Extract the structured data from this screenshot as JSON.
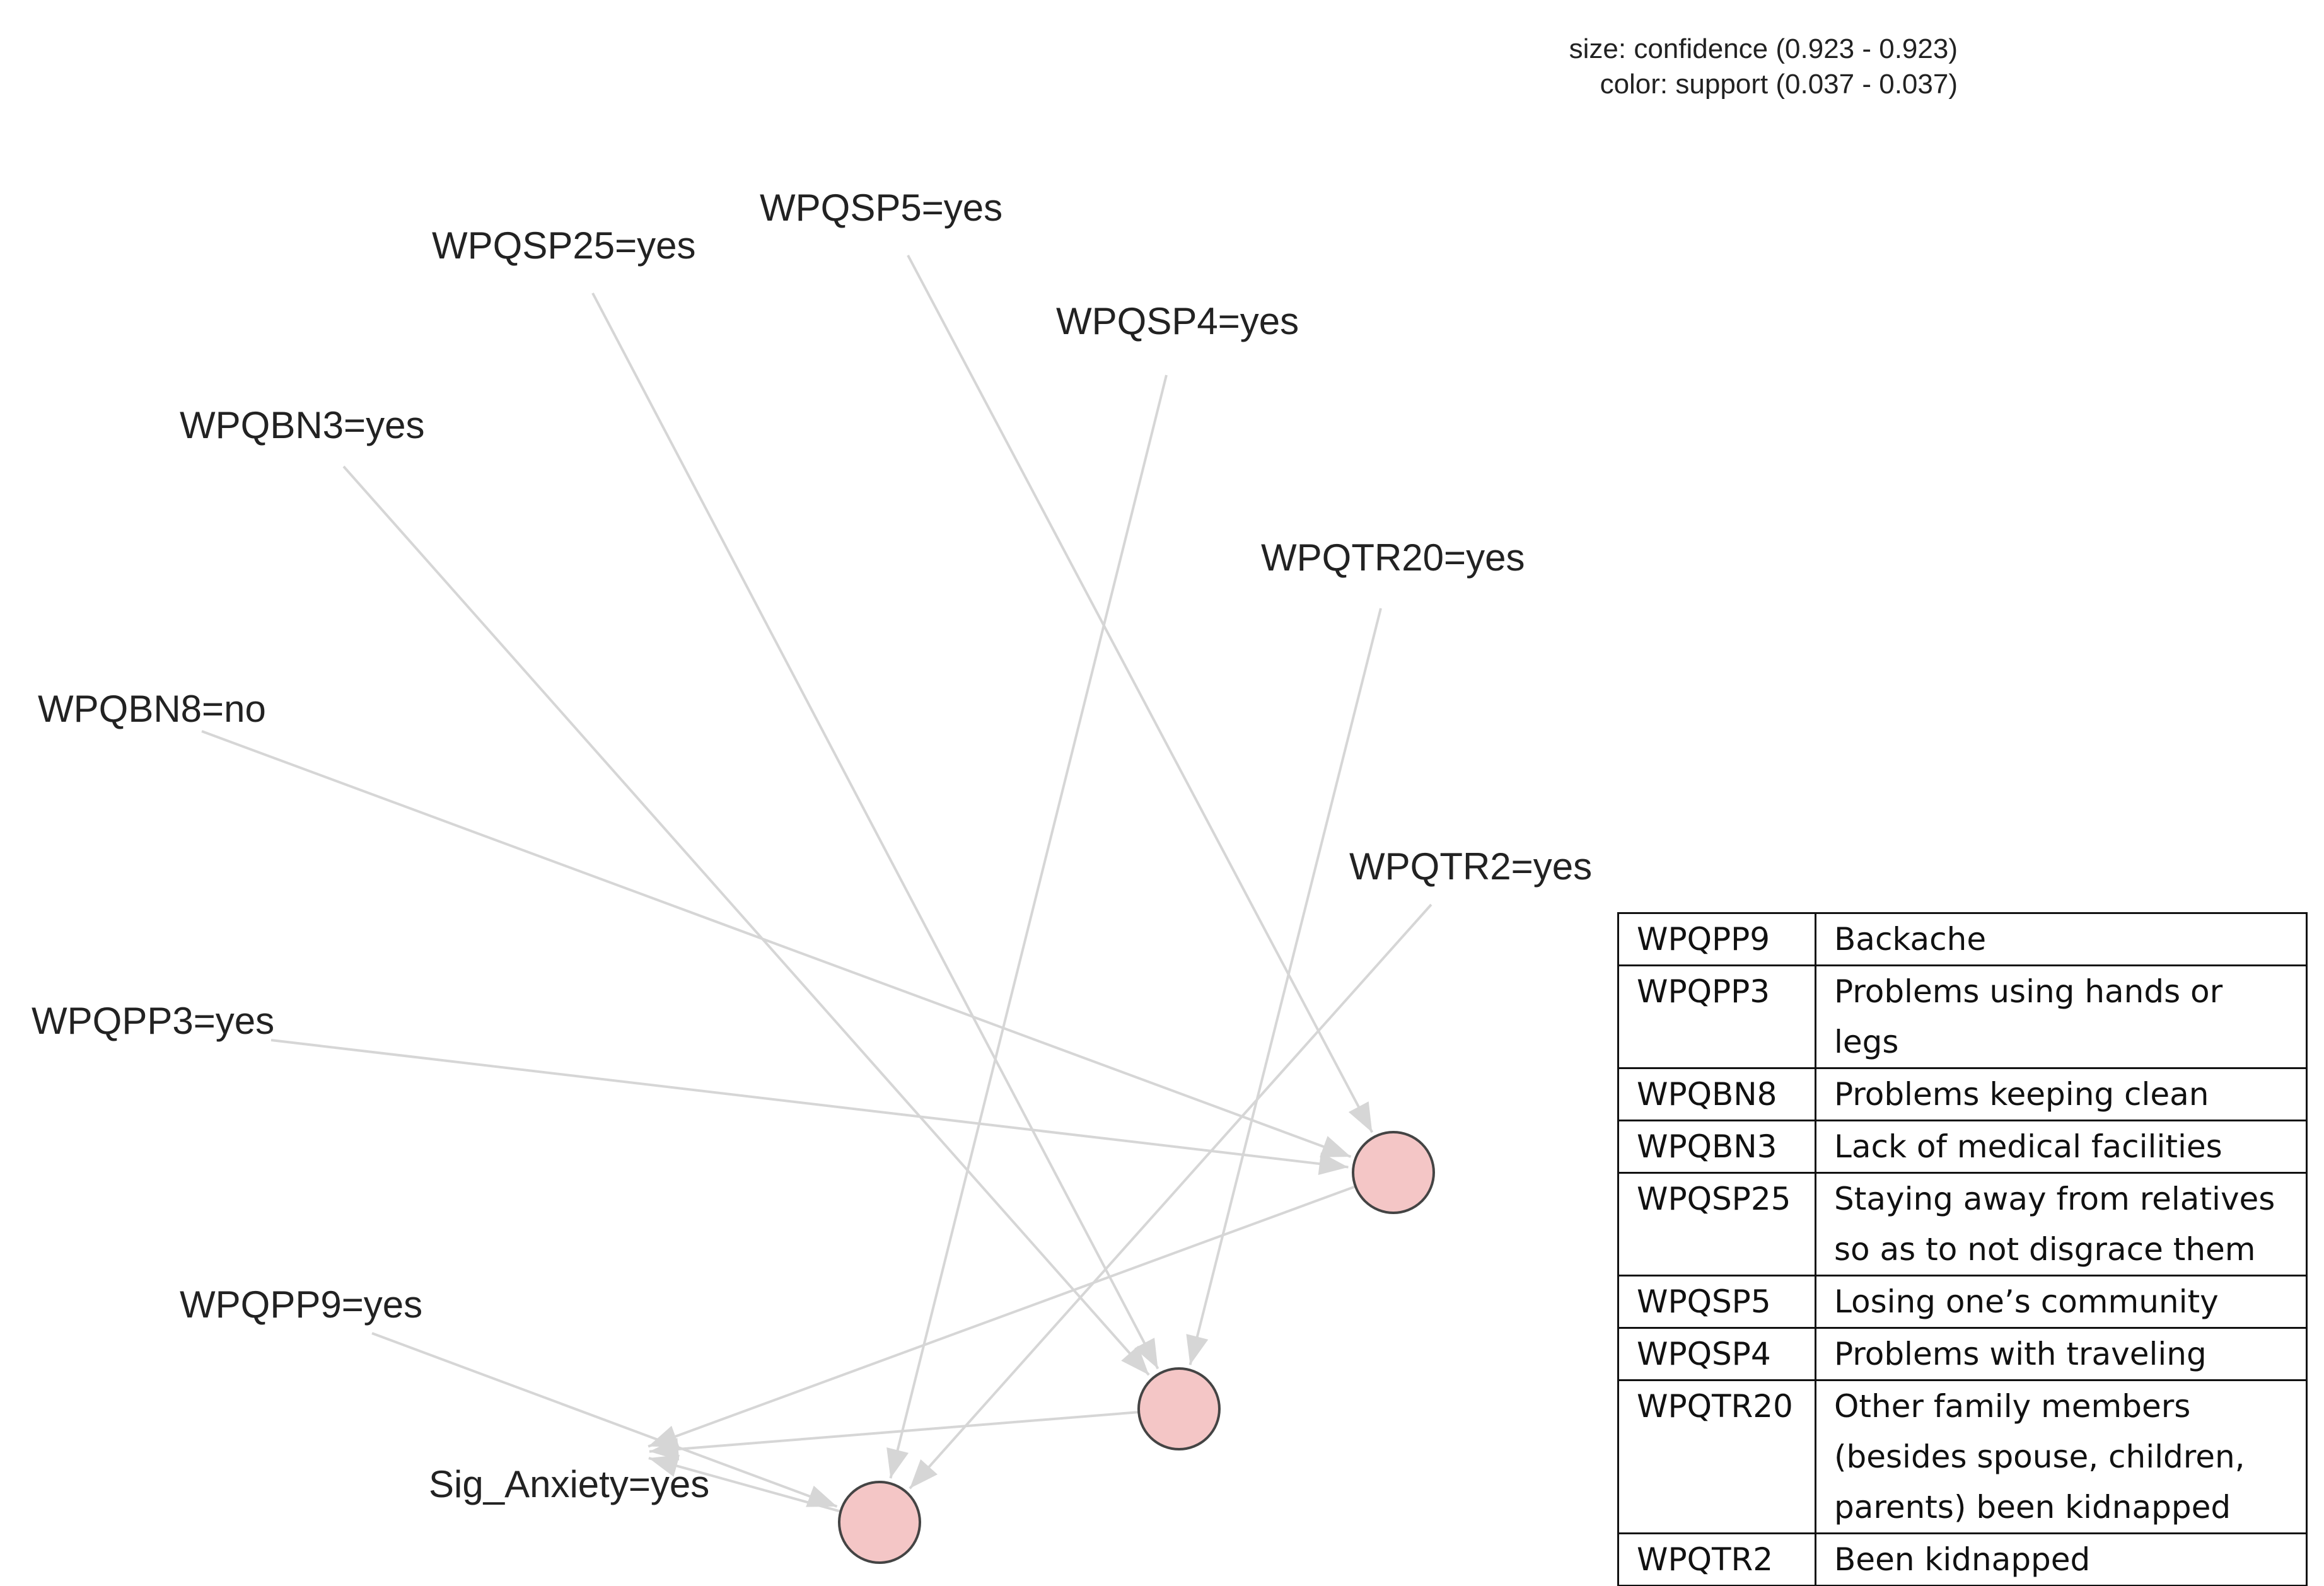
{
  "legend": {
    "size_line": "size: confidence (0.923 - 0.923)",
    "color_line": "color: support (0.037 - 0.037)"
  },
  "colors": {
    "rule_node_fill": "#f4c6c6",
    "rule_node_stroke": "#444444",
    "edge": "#d6d6d6",
    "text": "#222222"
  },
  "nodes": [
    {
      "id": "WPQSP5",
      "label": "WPQSP5=yes",
      "type": "item"
    },
    {
      "id": "WPQSP25",
      "label": "WPQSP25=yes",
      "type": "item"
    },
    {
      "id": "WPQSP4",
      "label": "WPQSP4=yes",
      "type": "item"
    },
    {
      "id": "WPQBN3",
      "label": "WPQBN3=yes",
      "type": "item"
    },
    {
      "id": "WPQTR20",
      "label": "WPQTR20=yes",
      "type": "item"
    },
    {
      "id": "WPQBN8",
      "label": "WPQBN8=no",
      "type": "item"
    },
    {
      "id": "WPQTR2",
      "label": "WPQTR2=yes",
      "type": "item"
    },
    {
      "id": "WPQPP3",
      "label": "WPQPP3=yes",
      "type": "item"
    },
    {
      "id": "WPQPP9",
      "label": "WPQPP9=yes",
      "type": "item"
    },
    {
      "id": "Sig_Anxiety",
      "label": "Sig_Anxiety=yes",
      "type": "item"
    },
    {
      "id": "rule1",
      "label": "",
      "type": "rule"
    },
    {
      "id": "rule2",
      "label": "",
      "type": "rule"
    },
    {
      "id": "rule3",
      "label": "",
      "type": "rule"
    }
  ],
  "edges": [
    {
      "from": "WPQSP5",
      "to": "rule1"
    },
    {
      "from": "WPQBN8",
      "to": "rule1"
    },
    {
      "from": "WPQPP3",
      "to": "rule1"
    },
    {
      "from": "rule1",
      "to": "Sig_Anxiety"
    },
    {
      "from": "WPQSP25",
      "to": "rule2"
    },
    {
      "from": "WPQBN3",
      "to": "rule2"
    },
    {
      "from": "WPQTR20",
      "to": "rule2"
    },
    {
      "from": "rule2",
      "to": "Sig_Anxiety"
    },
    {
      "from": "WPQSP4",
      "to": "rule3"
    },
    {
      "from": "WPQTR2",
      "to": "rule3"
    },
    {
      "from": "WPQPP9",
      "to": "rule3"
    },
    {
      "from": "rule3",
      "to": "Sig_Anxiety"
    }
  ],
  "table": {
    "rows": [
      {
        "code": "WPQPP9",
        "lines": [
          "Backache"
        ]
      },
      {
        "code": "WPQPP3",
        "lines": [
          "Problems using hands or",
          "legs"
        ]
      },
      {
        "code": "WPQBN8",
        "lines": [
          "Problems keeping clean"
        ]
      },
      {
        "code": "WPQBN3",
        "lines": [
          "Lack of medical facilities"
        ]
      },
      {
        "code": "WPQSP25",
        "lines": [
          "Staying away from relatives",
          "so as to not disgrace them"
        ]
      },
      {
        "code": "WPQSP5",
        "lines": [
          "Losing one’s community"
        ]
      },
      {
        "code": "WPQSP4",
        "lines": [
          "Problems with traveling"
        ]
      },
      {
        "code": "WPQTR20",
        "lines": [
          "Other family members",
          "(besides spouse, children,",
          "parents) been kidnapped"
        ]
      },
      {
        "code": "WPQTR2",
        "lines": [
          "Been kidnapped"
        ]
      }
    ]
  }
}
